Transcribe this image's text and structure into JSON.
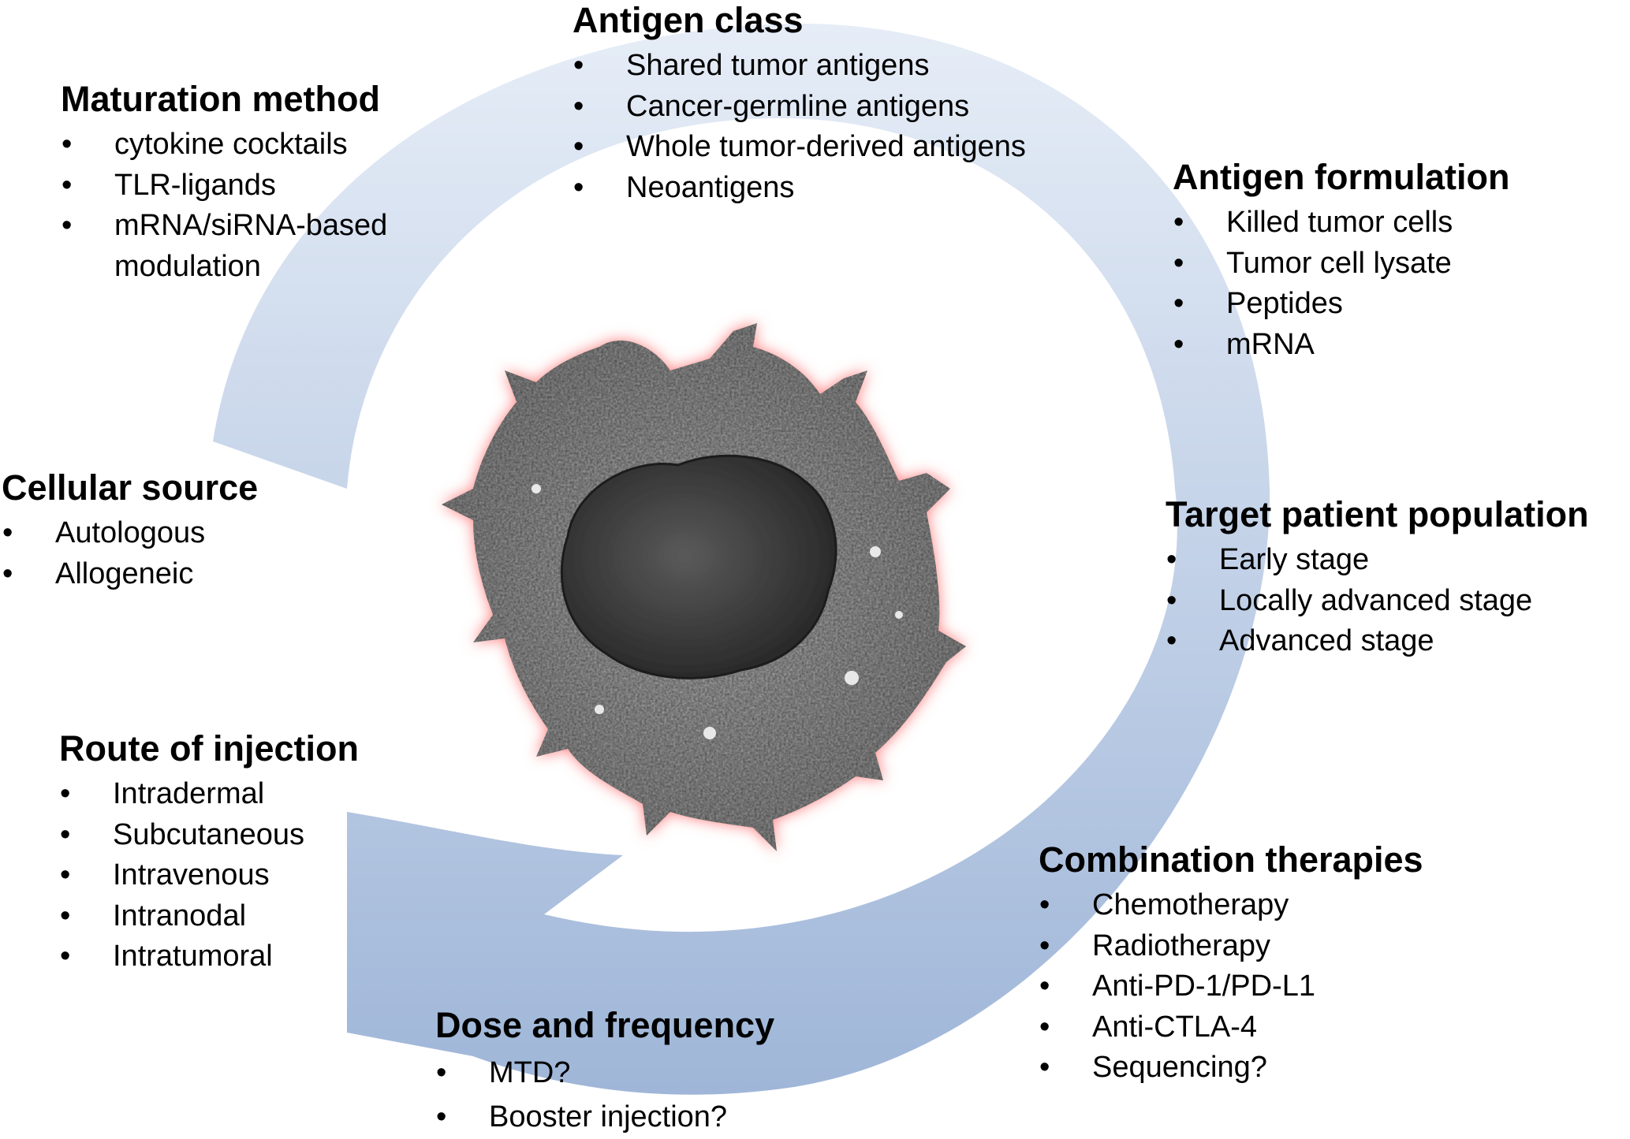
{
  "colors": {
    "arrow_light": "#e6edf7",
    "arrow_dark": "#9fb6d8",
    "cell_body": "#9a9a9a",
    "cell_nucleus": "#3a3a3a",
    "cell_glow": "#ff6b6b"
  },
  "groups": {
    "antigen_class": {
      "title": "Antigen class",
      "items": [
        "Shared tumor antigens",
        "Cancer-germline antigens",
        "Whole tumor-derived antigens",
        "Neoantigens"
      ]
    },
    "maturation_method": {
      "title": "Maturation method",
      "items": [
        "cytokine cocktails",
        "TLR-ligands",
        "mRNA/siRNA-based\nmodulation"
      ]
    },
    "antigen_formulation": {
      "title": "Antigen formulation",
      "items": [
        "Killed tumor cells",
        "Tumor cell lysate",
        "Peptides",
        "mRNA"
      ]
    },
    "cellular_source": {
      "title": "Cellular source",
      "items": [
        "Autologous",
        "Allogeneic"
      ]
    },
    "target_patient_population": {
      "title": "Target patient population",
      "items": [
        "Early stage",
        "Locally advanced stage",
        "Advanced stage"
      ]
    },
    "route_of_injection": {
      "title": "Route of injection",
      "items": [
        "Intradermal",
        "Subcutaneous",
        "Intravenous",
        "Intranodal",
        "Intratumoral"
      ]
    },
    "combination_therapies": {
      "title": "Combination therapies",
      "items": [
        "Chemotherapy",
        "Radiotherapy",
        "Anti-PD-1/PD-L1",
        "Anti-CTLA-4",
        "Sequencing?"
      ]
    },
    "dose_and_frequency": {
      "title": "Dose and frequency",
      "items": [
        "MTD?",
        "Booster injection?"
      ]
    }
  }
}
